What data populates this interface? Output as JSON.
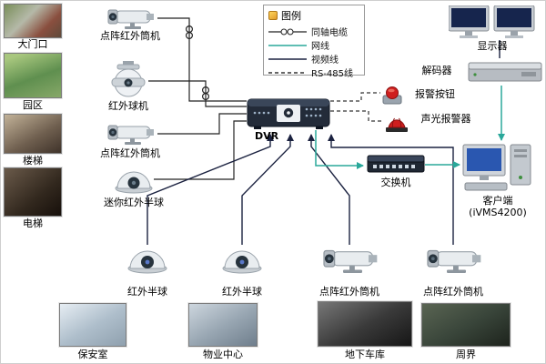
{
  "legend": {
    "title": "图例",
    "items": [
      {
        "label": "同轴电缆",
        "line_style": "coaxial-loop",
        "color": "#222222"
      },
      {
        "label": "网线",
        "line_style": "solid",
        "color": "#2aa89a"
      },
      {
        "label": "视频线",
        "line_style": "solid",
        "color": "#1b2240"
      },
      {
        "label": "RS-485线",
        "line_style": "dashed",
        "color": "#333333"
      }
    ]
  },
  "left_column": [
    {
      "location": "大门口",
      "camera": "点阵红外筒机",
      "camera_type": "bullet"
    },
    {
      "location": "园区",
      "camera": "红外球机",
      "camera_type": "ptz-dome"
    },
    {
      "location": "楼梯",
      "camera": "点阵红外筒机",
      "camera_type": "bullet"
    },
    {
      "location": "电梯",
      "camera": "迷你红外半球",
      "camera_type": "mini-dome"
    }
  ],
  "center": {
    "dvr": "DVR"
  },
  "right_column": {
    "monitor": "显示器",
    "decoder": "解码器",
    "alarm_button": "报警按钮",
    "siren": "声光报警器",
    "switch": "交换机",
    "client": "客户端",
    "client_sub": "(iVMS4200)"
  },
  "bottom_row": [
    {
      "camera": "红外半球",
      "location": "保安室",
      "camera_type": "half-dome"
    },
    {
      "camera": "红外半球",
      "location": "物业中心",
      "camera_type": "half-dome"
    },
    {
      "camera": "点阵红外筒机",
      "location": "地下车库",
      "camera_type": "bullet"
    },
    {
      "camera": "点阵红外筒机",
      "location": "周界",
      "camera_type": "bullet"
    }
  ]
}
